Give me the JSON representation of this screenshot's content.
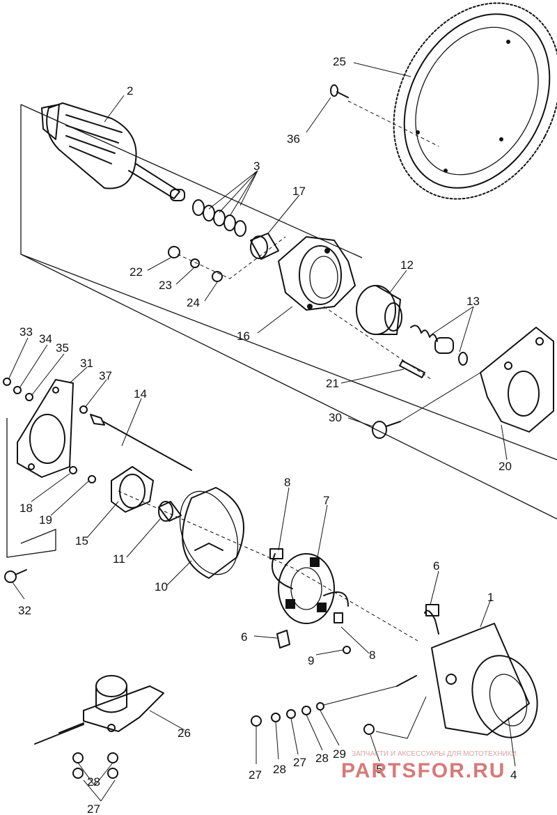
{
  "labels": {
    "p1": "1",
    "p2": "2",
    "p3": "3",
    "p4": "4",
    "p5": "5",
    "p6a": "6",
    "p6b": "6",
    "p7": "7",
    "p8a": "8",
    "p8b": "8",
    "p9": "9",
    "p10": "10",
    "p11": "11",
    "p12": "12",
    "p13": "13",
    "p14": "14",
    "p15": "15",
    "p16": "16",
    "p17": "17",
    "p18": "18",
    "p19": "19",
    "p20": "20",
    "p21": "21",
    "p22": "22",
    "p23": "23",
    "p24": "24",
    "p25": "25",
    "p26": "26",
    "p27a": "27",
    "p27b": "27",
    "p27c": "27",
    "p28a": "28",
    "p28b": "28",
    "p28c": "28",
    "p29": "29",
    "p30": "30",
    "p31": "31",
    "p32": "32",
    "p33": "33",
    "p34": "34",
    "p35": "35",
    "p36": "36",
    "p37": "37"
  },
  "watermark": {
    "tagline": "ЗАПЧАСТИ И АКСЕССУАРЫ ДЛЯ МОТОТЕХНИКИ",
    "brand": "PARTSFOR.RU"
  }
}
